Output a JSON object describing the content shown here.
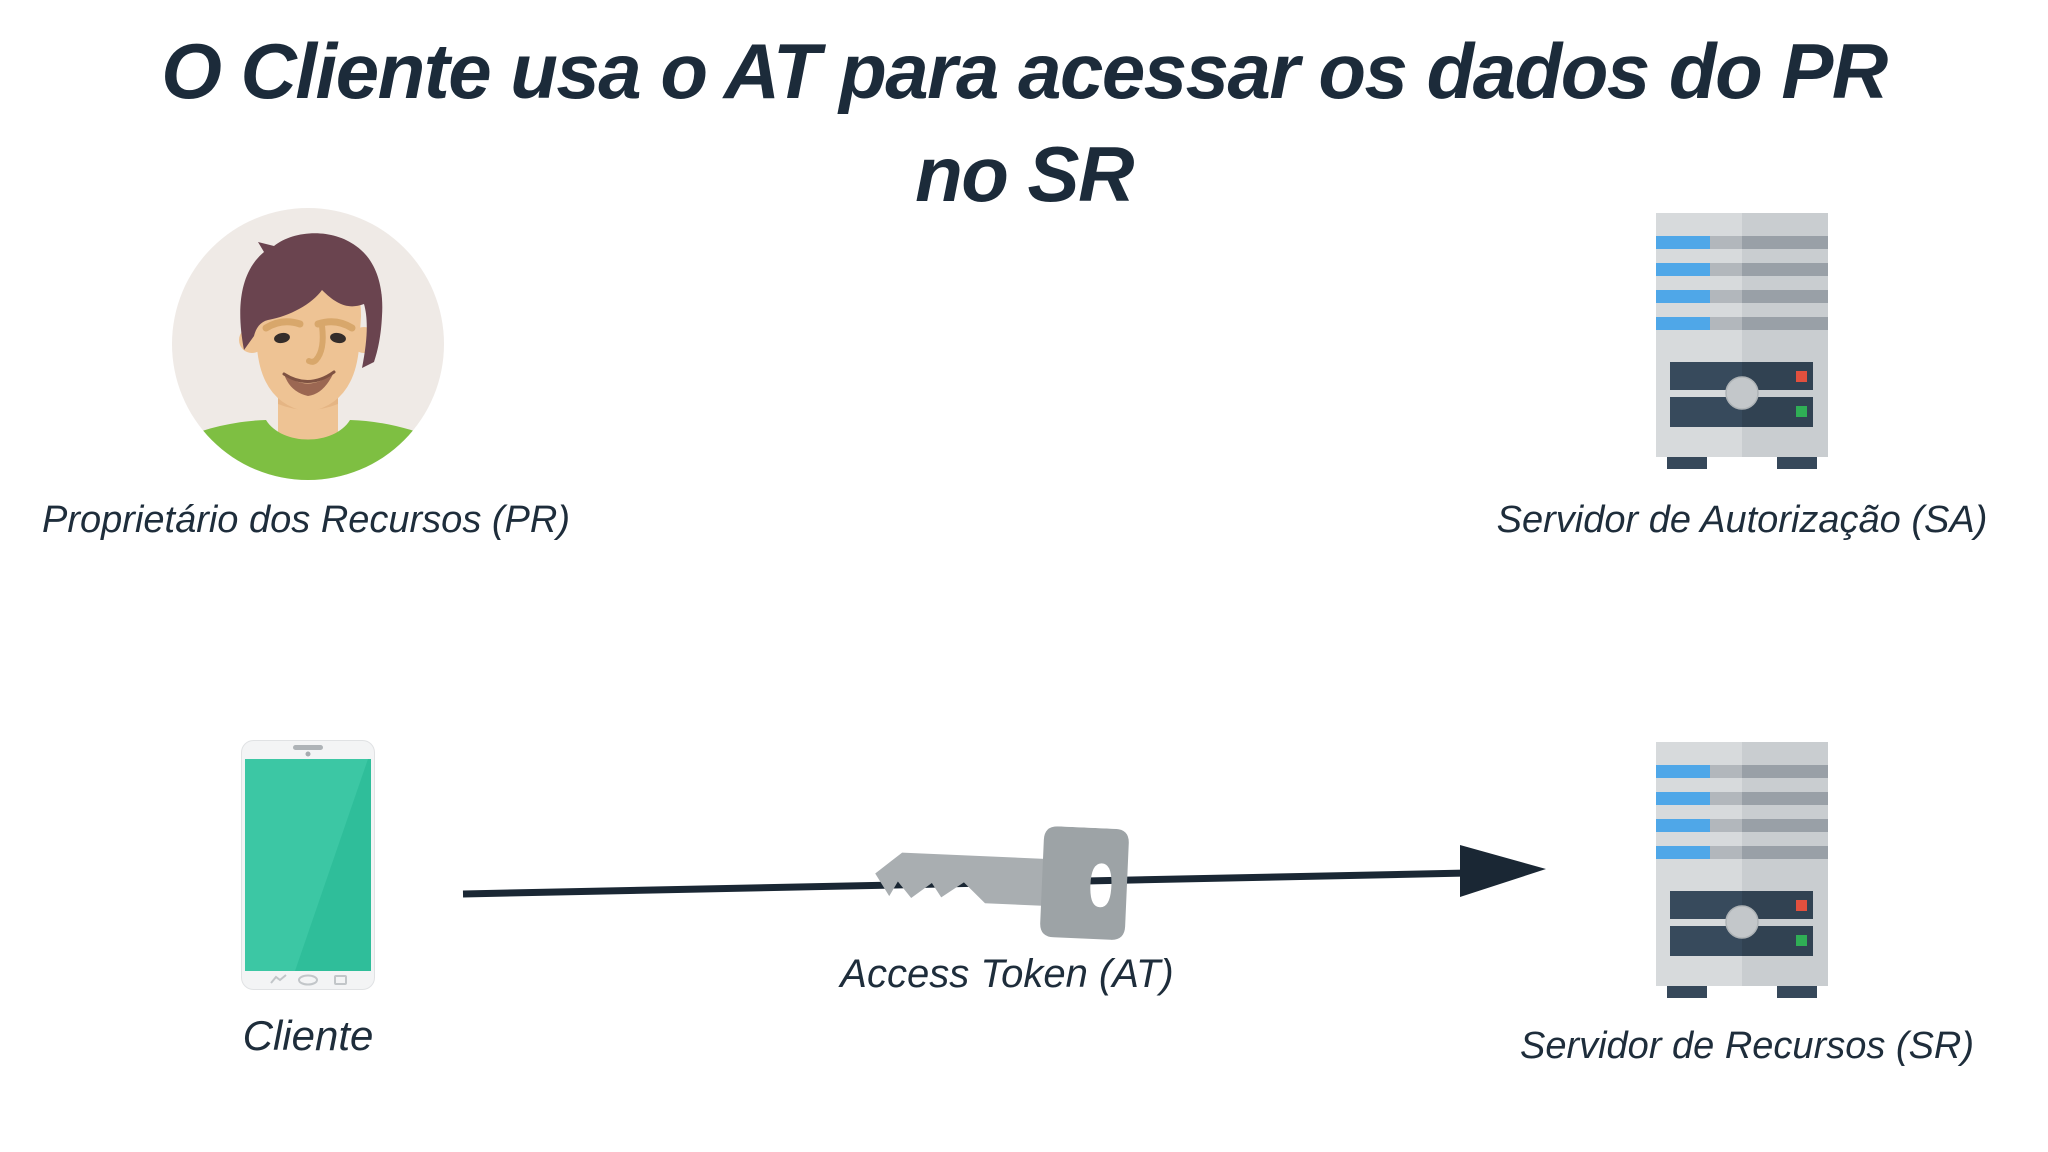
{
  "title": {
    "line1": "O Cliente usa o AT para acessar os dados do PR",
    "line2": "no SR"
  },
  "nodes": {
    "resource_owner": {
      "label": "Proprietário dos Recursos (PR)",
      "icon": "person-avatar"
    },
    "auth_server": {
      "label": "Servidor de Autorização (SA)",
      "icon": "server-tower"
    },
    "client": {
      "label": "Cliente",
      "icon": "smartphone"
    },
    "resource_server": {
      "label": "Servidor de Recursos (SR)",
      "icon": "server-tower"
    }
  },
  "edge": {
    "from": "Cliente",
    "to": "Servidor de Recursos (SR)",
    "label": "Access Token (AT)",
    "icon": "key"
  },
  "colors": {
    "background": "#ffffff",
    "title_text": "#1c2b3a",
    "label_text": "#1e2d3b",
    "arrow": "#1a2734",
    "server_body_light": "#d7dadc",
    "server_body_shade": "#c9cdd0",
    "server_slot_blue": "#4fa7e8",
    "server_bay_navy": "#374a5c",
    "status_red": "#e2503e",
    "status_green": "#2fae55",
    "phone_screen_teal": "#2fbe9a",
    "phone_screen_highlight": "#3cc7a4",
    "shirt_green": "#7ebf42",
    "skin": "#eec394",
    "hair": "#6a444f",
    "avatar_bg": "#efeae6",
    "key_gray": "#9da3a6"
  }
}
